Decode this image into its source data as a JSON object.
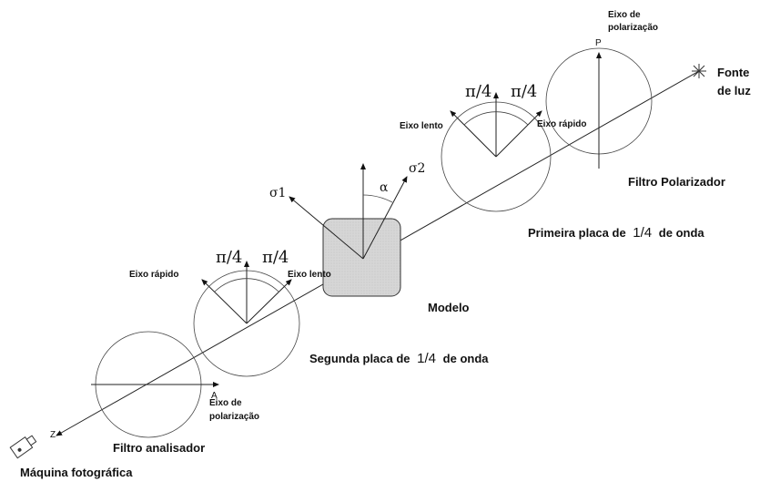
{
  "labels": {
    "fonte": "Fonte",
    "de_luz": "de luz",
    "eixo_polarizacao_top_1": "Eixo de",
    "eixo_polarizacao_top_2": "polarização",
    "p_axis": "P",
    "filtro_polarizador": "Filtro Polarizador",
    "eixo_lento_1": "Eixo lento",
    "eixo_rapido_1": "Eixo rápido",
    "pi4": "π/4",
    "primeira_placa_prefix": "Primeira placa de",
    "quarter": "1/4",
    "de_onda": "de onda",
    "sigma1": "σ1",
    "sigma2": "σ2",
    "alpha": "α",
    "modelo": "Modelo",
    "eixo_rapido_2": "Eixo rápido",
    "eixo_lento_2": "Eixo lento",
    "segunda_placa_prefix": "Segunda placa de",
    "a_axis": "A",
    "eixo_polarizacao_bottom_1": "Eixo de",
    "eixo_polarizacao_bottom_2": "polarização",
    "z_axis": "Z",
    "filtro_analisador": "Filtro analisador",
    "maquina_fotografica": "Máquina fotográfica"
  },
  "colors": {
    "model_fill": "#d9d9d9",
    "stroke": "#222222"
  }
}
